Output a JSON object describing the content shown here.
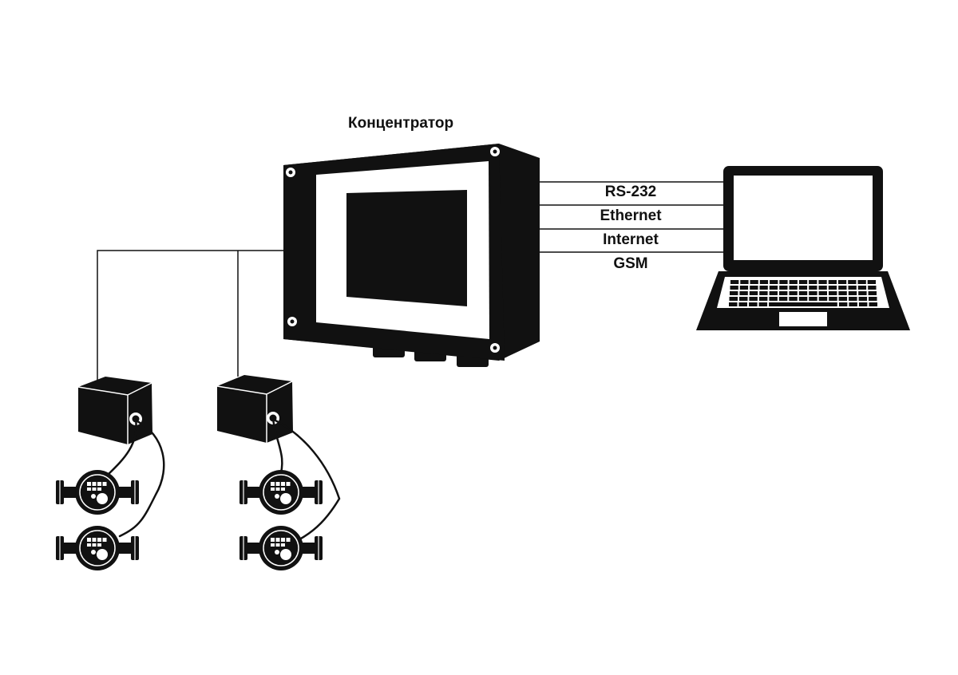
{
  "diagram": {
    "hub_label": "Концентратор",
    "link_labels": [
      "RS-232",
      "Ethernet",
      "Internet",
      "GSM"
    ]
  },
  "colors": {
    "ink": "#111111",
    "background": "#ffffff"
  },
  "icons": {
    "hub": "concentrator-device-icon",
    "computer": "laptop-icon",
    "adapter": "interface-adapter-icon",
    "meter": "water-meter-icon"
  }
}
